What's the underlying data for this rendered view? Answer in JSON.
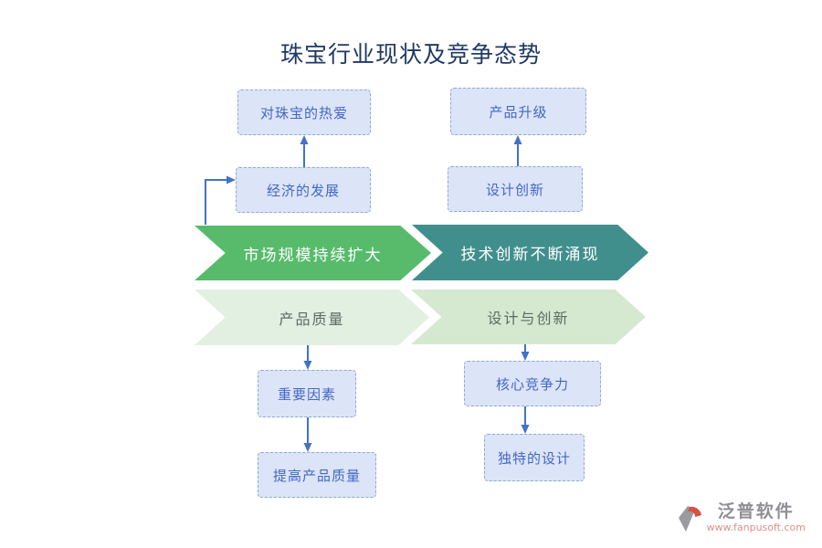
{
  "title": "珠宝行业现状及竞争态势",
  "diagram": {
    "top_left": {
      "box1": "对珠宝的热爱",
      "box2": "经济的发展"
    },
    "top_right": {
      "box1": "产品升级",
      "box2": "设计创新"
    },
    "banners": [
      {
        "label": "市场规模持续扩大",
        "color": "#57bb6b",
        "text_color": "#ffffff"
      },
      {
        "label": "技术创新不断涌现",
        "color": "#418f8d",
        "text_color": "#ffffff"
      },
      {
        "label": "产品质量",
        "color": "#e2f0e2",
        "text_color": "#5b6b61"
      },
      {
        "label": "设计与创新",
        "color": "#d5e9d1",
        "text_color": "#5b6b61"
      }
    ],
    "bottom_left": {
      "box1": "重要因素",
      "box2": "提高产品质量"
    },
    "bottom_right": {
      "box1": "核心竞争力",
      "box2": "独特的设计"
    }
  },
  "watermark": {
    "brand": "泛普软件",
    "url": "www.fanpusoft.com"
  },
  "colors": {
    "title_text": "#203864",
    "box_fill": "#dce4f7",
    "box_border": "#8fa6dd",
    "box_text": "#4268c4",
    "connector": "#4472c4",
    "watermark_brand": "#8f8f94",
    "watermark_url": "#dd8f8d",
    "watermark_logo_gray": "#9a9aa0",
    "watermark_logo_red": "#d94f43"
  }
}
